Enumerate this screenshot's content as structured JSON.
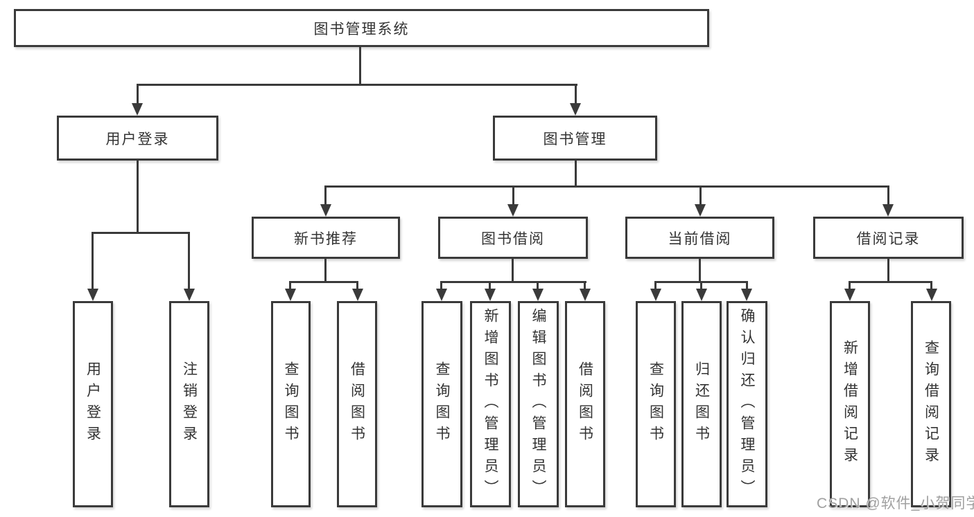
{
  "diagram": {
    "root": {
      "label": "图书管理系统",
      "children": [
        {
          "label": "用户登录",
          "children": [
            {
              "label": "用户登录"
            },
            {
              "label": "注销登录"
            }
          ]
        },
        {
          "label": "图书管理",
          "children": [
            {
              "label": "新书推荐",
              "children": [
                {
                  "label": "查询图书"
                },
                {
                  "label": "借阅图书"
                }
              ]
            },
            {
              "label": "图书借阅",
              "children": [
                {
                  "label": "查询图书"
                },
                {
                  "label": "新增图书（管理员）"
                },
                {
                  "label": "编辑图书（管理员）"
                },
                {
                  "label": "借阅图书"
                }
              ]
            },
            {
              "label": "当前借阅",
              "children": [
                {
                  "label": "查询图书"
                },
                {
                  "label": "归还图书"
                },
                {
                  "label": "确认归还（管理员）"
                }
              ]
            },
            {
              "label": "借阅记录",
              "children": [
                {
                  "label": "新增借阅记录"
                },
                {
                  "label": "查询借阅记录"
                }
              ]
            }
          ]
        }
      ]
    }
  },
  "watermark": "CSDN @软件_小贺同学",
  "colors": {
    "line": "#3a3a3a",
    "text": "#333333",
    "watermark": "#a0a0a0",
    "background": "#ffffff"
  }
}
